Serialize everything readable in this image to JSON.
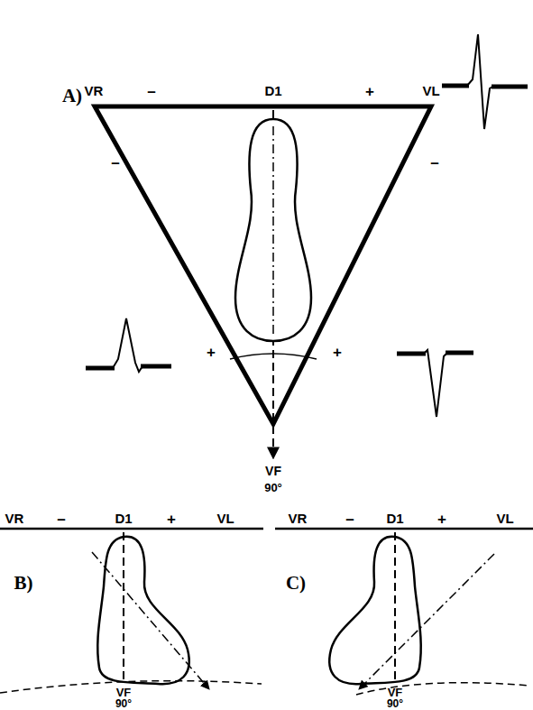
{
  "diagram": {
    "labels": [
      "A)",
      "VR",
      "–",
      "D1",
      "+",
      "VL",
      "–",
      "–",
      "+",
      "+",
      "VF",
      "90°",
      "VR",
      "–",
      "D1",
      "+",
      "VL",
      "B)",
      "VF",
      "90°",
      "VR",
      "–",
      "D1",
      "+",
      "VL",
      "C)",
      "VF",
      "90°"
    ]
  }
}
